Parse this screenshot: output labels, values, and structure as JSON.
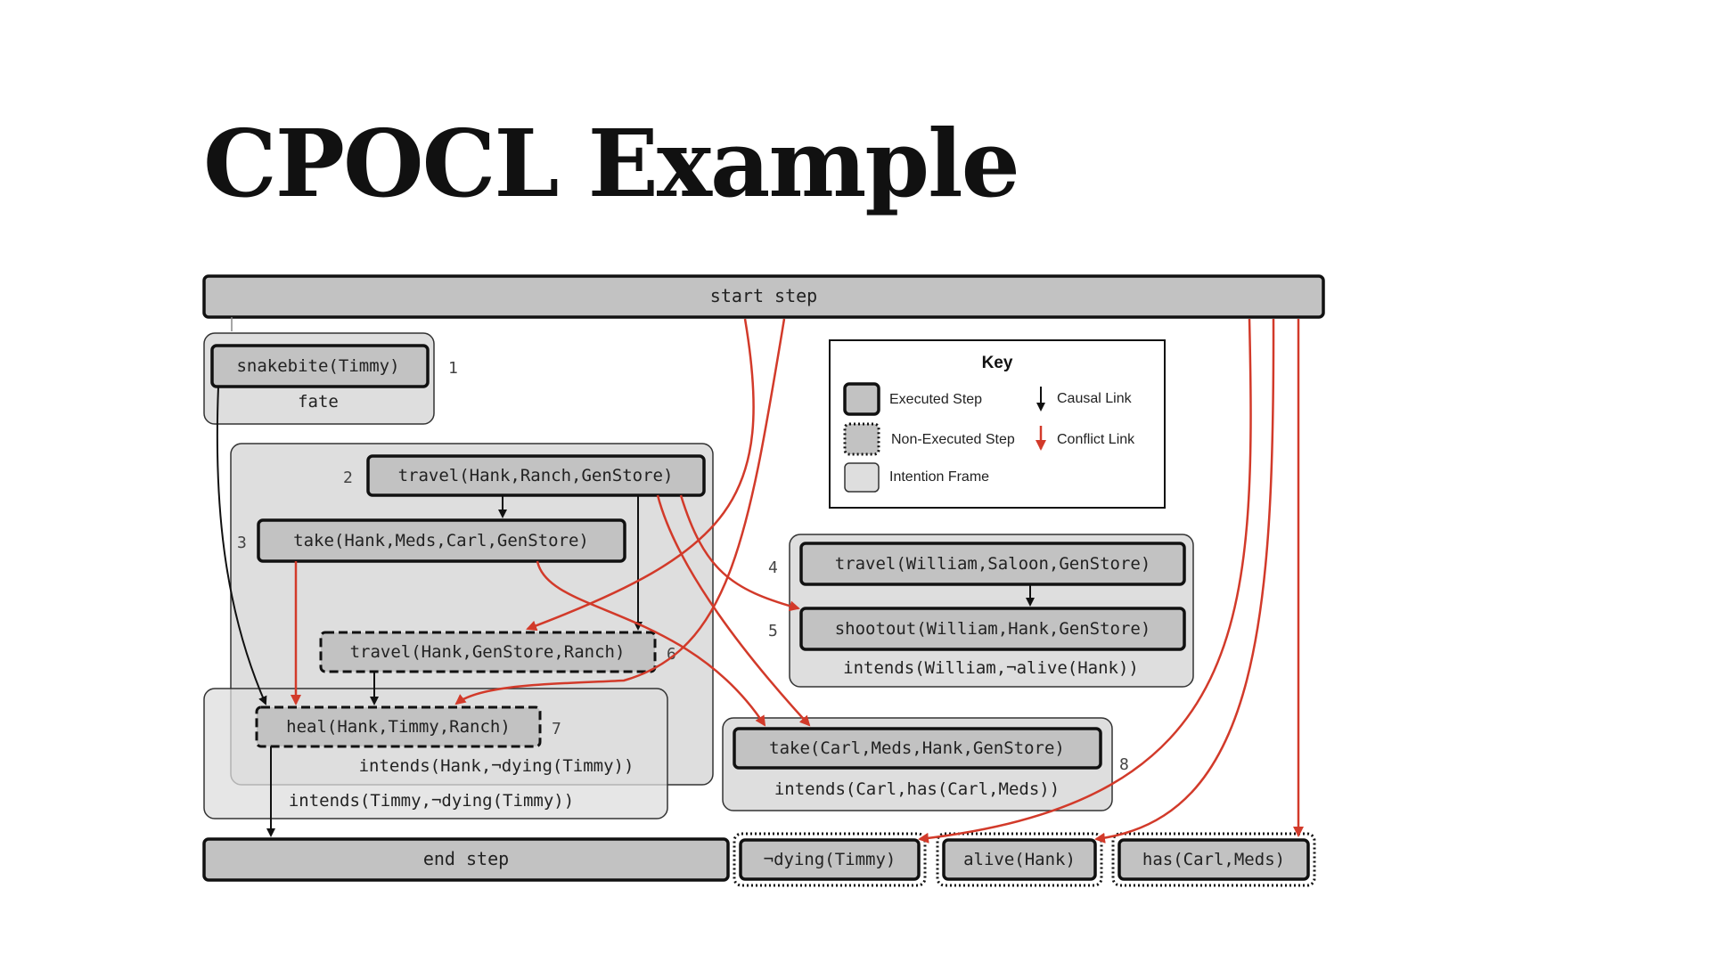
{
  "slide": {
    "title": "CPOCL Example"
  },
  "diagram": {
    "start_step": "start step",
    "end_step": "end step",
    "frames": {
      "fate": "fate",
      "hank": "intends(Hank,¬dying(Timmy))",
      "timmy": "intends(Timmy,¬dying(Timmy))",
      "william": "intends(William,¬alive(Hank))",
      "carl": "intends(Carl,has(Carl,Meds))"
    },
    "steps": [
      {
        "num": "1",
        "label": "snakebite(Timmy)"
      },
      {
        "num": "2",
        "label": "travel(Hank,Ranch,GenStore)"
      },
      {
        "num": "3",
        "label": "take(Hank,Meds,Carl,GenStore)"
      },
      {
        "num": "4",
        "label": "travel(William,Saloon,GenStore)"
      },
      {
        "num": "5",
        "label": "shootout(William,Hank,GenStore)"
      },
      {
        "num": "6",
        "label": "travel(Hank,GenStore,Ranch)"
      },
      {
        "num": "7",
        "label": "heal(Hank,Timmy,Ranch)"
      },
      {
        "num": "8",
        "label": "take(Carl,Meds,Hank,GenStore)"
      }
    ],
    "goals": [
      "¬dying(Timmy)",
      "alive(Hank)",
      "has(Carl,Meds)"
    ],
    "key": {
      "title": "Key",
      "executed": "Executed Step",
      "non_executed": "Non-Executed Step",
      "intention_frame": "Intention Frame",
      "causal": "Causal Link",
      "conflict": "Conflict Link"
    },
    "colors": {
      "step_fill": "#c2c2c2",
      "frame_fill": "#dedede",
      "conflict": "#d23a2a",
      "causal": "#111111"
    }
  }
}
